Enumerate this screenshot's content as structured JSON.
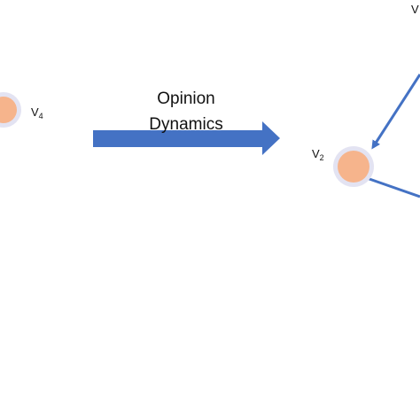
{
  "diagram": {
    "arrow_caption_line1": "Opinion",
    "arrow_caption_line2": "Dynamics",
    "nodes": {
      "v4": {
        "letter": "V",
        "index": "4"
      },
      "v2": {
        "letter": "V",
        "index": "2"
      },
      "v_top": {
        "letter": "V"
      }
    },
    "colors": {
      "node_fill": "#f6b48c",
      "node_ring": "#e3e3f2",
      "arrow": "#4472c4",
      "edge": "#4472c4"
    }
  }
}
